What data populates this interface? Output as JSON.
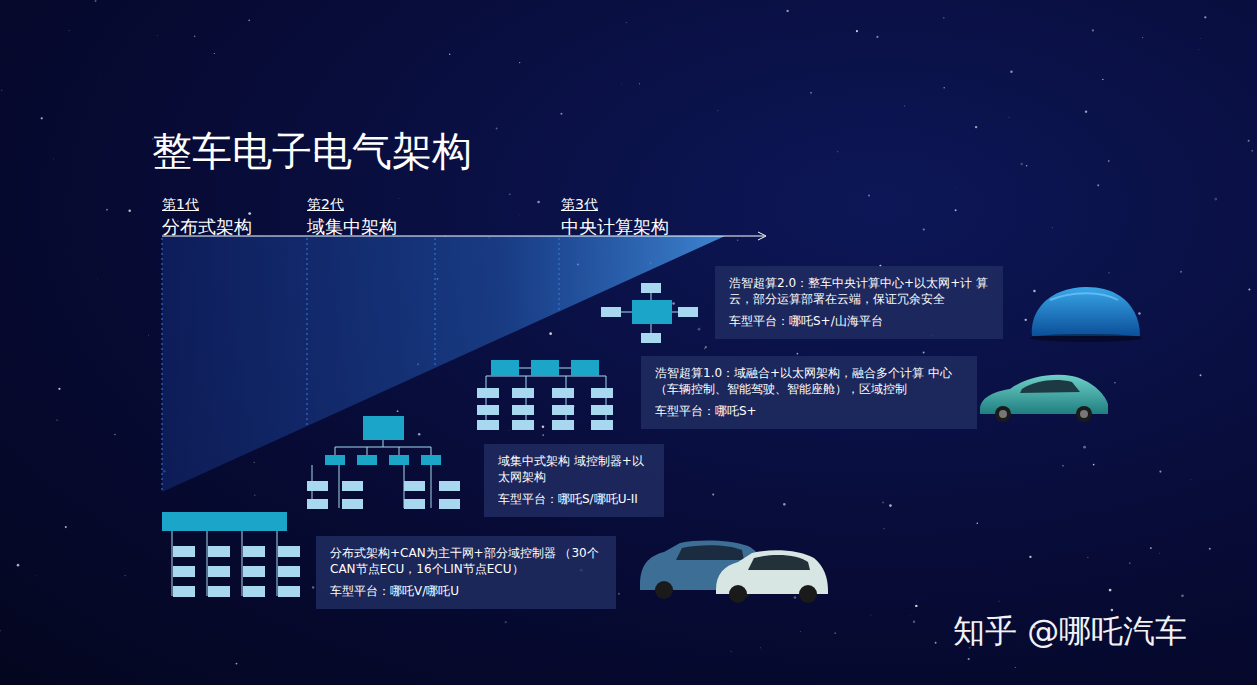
{
  "diagram": {
    "title": "整车电子电气架构",
    "nodes": [
      {
        "text": [
          "浩智超算2.0：整车中央计算中心+以太网+计 算云，部分运算部署在云端，保证冗余安全",
          "车型平台：哪吒S+/山海平台"
        ]
      },
      {
        "text": [
          "浩智超算1.0：域融合+以太网架构，融合多个计算 中心（车辆控制、智能驾驶、智能座舱），区域控制",
          "车型平台：哪吒S+"
        ]
      },
      {
        "text": [
          "域集中式架构 域控制器+以太网架构",
          "车型平台：哪吒S/哪吒U-II"
        ]
      },
      {
        "text": [
          "分布式架构+CAN为主干网+部分域控制器 （30个CAN节点ECU，16个LIN节点ECU）",
          "车型平台：哪吒V/哪吒U"
        ]
      }
    ],
    "labels": [
      "第1代",
      "分布式架构",
      "第2代",
      "域集中架构",
      "第3代",
      "中央计算架构",
      "知乎 @哪吒汽车"
    ]
  }
}
